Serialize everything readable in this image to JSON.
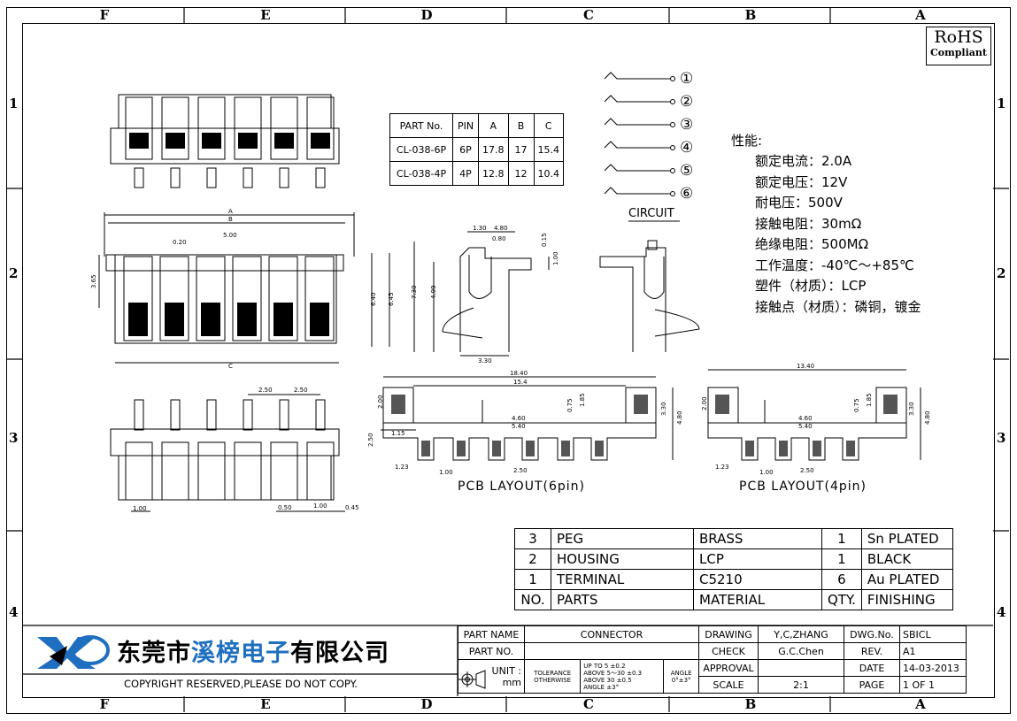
{
  "zones_top": [
    "F",
    "E",
    "D",
    "C",
    "B",
    "A"
  ],
  "zones_side": [
    "1",
    "2",
    "3",
    "4"
  ],
  "rohs": {
    "line1": "RoHS",
    "line2": "Compliant"
  },
  "part_table": {
    "headers": [
      "PART No.",
      "PIN",
      "A",
      "B",
      "C"
    ],
    "rows": [
      [
        "CL-038-6P",
        "6P",
        "17.8",
        "17",
        "15.4"
      ],
      [
        "CL-038-4P",
        "4P",
        "12.8",
        "12",
        "10.4"
      ]
    ]
  },
  "circuit": {
    "pins": [
      "①",
      "②",
      "③",
      "④",
      "⑤",
      "⑥"
    ],
    "label": "CIRCUIT"
  },
  "performance": {
    "title": "性能:",
    "lines": [
      "额定电流：2.0A",
      "额定电压：12V",
      "耐电压：500V",
      "接触电阻：30mΩ",
      "绝缘电阻：500MΩ",
      "工作温度：-40℃～+85℃",
      "塑件（材质）：LCP",
      "接触点（材质）：磷铜，镀金"
    ]
  },
  "dims": {
    "top_a": "A",
    "top_b": "B",
    "d500": "5.00",
    "d020": "0.20",
    "d365": "3.65",
    "d640": "6.40",
    "d645": "6.45",
    "c": "C",
    "side_130": "1.30",
    "side_480": "4.80",
    "side_080": "0.80",
    "side_015": "0.15",
    "side_100": "1.00",
    "side_730": "7.30",
    "side_499": "4.99",
    "side_330": "3.30",
    "bot_250a": "2.50",
    "bot_250b": "2.50",
    "bot_250c": "2.50",
    "bot_100a": "1.00",
    "bot_050": "0.50",
    "bot_100b": "1.00",
    "bot_045": "0.45",
    "pcb6_1840": "18.40",
    "pcb6_154": "15.4",
    "pcb6_200": "2.00",
    "pcb6_115": "1.15",
    "pcb6_460": "4.60",
    "pcb6_540": "5.40",
    "pcb6_075": "0.75",
    "pcb6_185": "1.85",
    "pcb6_330": "3.30",
    "pcb6_480": "4.80",
    "pcb6_123": "1.23",
    "pcb6_100": "1.00",
    "pcb6_250": "2.50",
    "pcb4_1340": "13.40",
    "pcb4_200": "2.00",
    "pcb4_460": "4.60",
    "pcb4_540": "5.40",
    "pcb4_075": "0.75",
    "pcb4_185": "1.85",
    "pcb4_330": "3.30",
    "pcb4_480": "4.80",
    "pcb4_123": "1.23",
    "pcb4_100": "1.00",
    "pcb4_250": "2.50"
  },
  "pcb_labels": {
    "six": "PCB LAYOUT(6pin)",
    "four": "PCB LAYOUT(4pin)"
  },
  "bom": {
    "rows": [
      [
        "3",
        "PEG",
        "BRASS",
        "1",
        "Sn PLATED"
      ],
      [
        "2",
        "HOUSING",
        "LCP",
        "1",
        "BLACK"
      ],
      [
        "1",
        "TERMINAL",
        "C5210",
        "6",
        "Au PLATED"
      ],
      [
        "NO.",
        "PARTS",
        "MATERIAL",
        "QTY.",
        "FINISHING"
      ]
    ]
  },
  "title_block": {
    "part_name_label": "PART NAME",
    "part_name": "CONNECTOR",
    "part_no_label": "PART NO.",
    "part_no": "",
    "unit_label": "UNIT :",
    "unit": "mm",
    "tol1": "TOLERANCE",
    "tol2": "OTHERWISE",
    "up_to": "UP TO 5",
    "up_to_v": "±0.2",
    "above5": "ABOVE 5～30",
    "above5_v": "±0.3",
    "above30": "ABOVE 30",
    "above30_v": "±0.5",
    "angle_small": "ANGLE",
    "angle_small_v": "±3°",
    "angle": "ANGLE",
    "angle_v": "0°±3°",
    "drawing_label": "DRAWING",
    "drawing": "Y,C,ZHANG",
    "check_label": "CHECK",
    "check": "G.C.Chen",
    "approval_label": "APPROVAL",
    "approval": "",
    "scale_label": "SCALE",
    "scale": "2:1",
    "dwg_label": "DWG.No.",
    "dwg": "SBICL",
    "rev_label": "REV.",
    "rev": "A1",
    "date_label": "DATE",
    "date": "14-03-2013",
    "page_label": "PAGE",
    "page": "1 OF 1"
  },
  "company": {
    "name_a": "东莞市",
    "name_b": "溪榜电子",
    "name_c": "有限公司",
    "color_b": "#1f6fc1"
  },
  "copyright": "COPYRIGHT RESERVED,PLEASE DO NOT COPY."
}
